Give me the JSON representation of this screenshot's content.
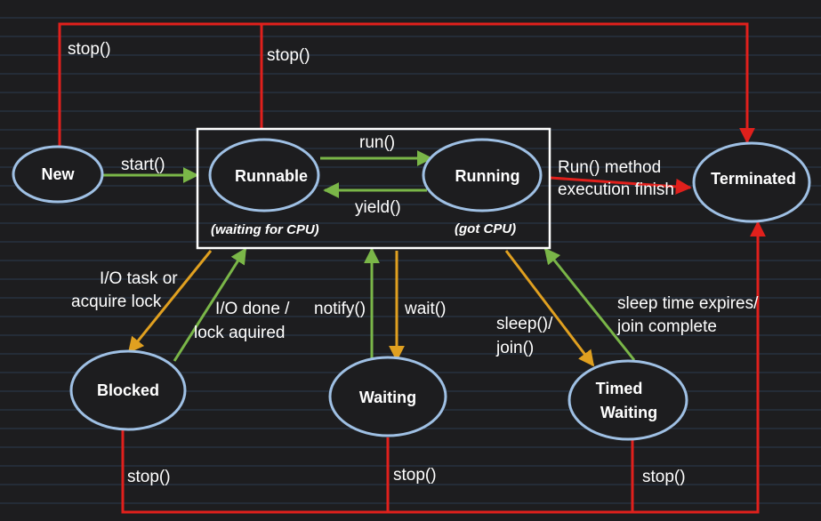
{
  "colors": {
    "background": "#1d1d1f",
    "grid_line": "#2b3a4f",
    "node_border": "#9fc0e4",
    "stop_red": "#e0201c",
    "green": "#7ab648",
    "orange": "#e0a020",
    "text": "#ffffff"
  },
  "states": {
    "new": "New",
    "runnable": "Runnable",
    "running": "Running",
    "terminated": "Terminated",
    "blocked": "Blocked",
    "waiting": "Waiting",
    "timed_waiting_1": "Timed",
    "timed_waiting_2": "Waiting"
  },
  "sublabels": {
    "runnable": "(waiting for CPU)",
    "running": "(got CPU)"
  },
  "edges": {
    "stop_new": "stop()",
    "stop_runnable": "stop()",
    "start": "start()",
    "run": "run()",
    "yield": "yield()",
    "run_method_1": "Run() method",
    "run_method_2": "execution finish",
    "io_task_1": "I/O task or",
    "io_task_2": "acquire lock",
    "io_done_1": "I/O done /",
    "io_done_2": "lock aquired",
    "notify": "notify()",
    "wait": "wait()",
    "sleep_1": "sleep()/",
    "sleep_2": "join()",
    "sleep_expires_1": "sleep time expires/",
    "sleep_expires_2": "join complete",
    "stop_blocked": "stop()",
    "stop_waiting": "stop()",
    "stop_timed": "stop()"
  }
}
